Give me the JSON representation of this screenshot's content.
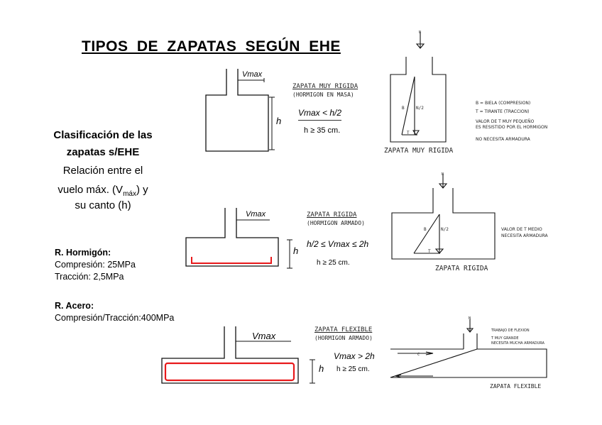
{
  "title": "TIPOS DE ZAPATAS SEGÚN EHE",
  "left": {
    "line1": "Clasificación de las",
    "line2": "zapatas s/EHE",
    "line3": "Relación entre el",
    "line4a": "vuelo máx. (V",
    "line4sub": "máx",
    "line4b": ") y",
    "line5": "su canto (h)",
    "hormigon_head": "R. Hormigón:",
    "hormigon_comp": "Compresión: 25MPa",
    "hormigon_trac": "Tracción: 2,5MPa",
    "acero_head": "R. Acero:",
    "acero_val": "Compresión/Tracción:400MPa"
  },
  "diagrams": {
    "vmax_label": "Vmax",
    "h_label": "h",
    "muy_rigida": {
      "title": "ZAPATA MUY RIGIDA",
      "sub": "(HORMIGON EN MASA)",
      "cond1": "Vmax < h/2",
      "cond2": "h ≥ 35 cm.",
      "caption": "ZAPATA MUY RIGIDA",
      "notes": [
        "B = BIELA (COMPRESION)",
        "T = TIRANTE (TRACCION)",
        "VALOR DE T MUY PEQUEÑO",
        "ES RESISTIDO POR EL HORMIGON",
        "NO NECESITA ARMADURA"
      ],
      "n": "N",
      "b": "B",
      "n2": "N/2",
      "t": "T"
    },
    "rigida": {
      "title": "ZAPATA RIGIDA",
      "sub": "(HORMIGON ARMADO)",
      "cond1": "h/2 ≤ Vmax ≤ 2h",
      "cond2": "h ≥ 25 cm.",
      "caption": "ZAPATA RIGIDA",
      "notes": [
        "VALOR DE T MEDIO",
        "NECESITA ARMADURA"
      ],
      "n": "N",
      "b": "B",
      "n2": "N/2",
      "t": "T"
    },
    "flexible": {
      "title": "ZAPATA FLEXIBLE",
      "sub": "(HORMIGON ARMADO)",
      "cond1": "Vmax > 2h",
      "cond2": "h ≥ 25 cm.",
      "caption": "ZAPATA FLEXIBLE",
      "notes": [
        "TRABAJO DE FLEXION",
        "T MUY GRANDE",
        "NECESITA MUCHA ARMADURA"
      ],
      "n": "N",
      "c": "C"
    }
  },
  "colors": {
    "rebar": "#e8191b"
  }
}
